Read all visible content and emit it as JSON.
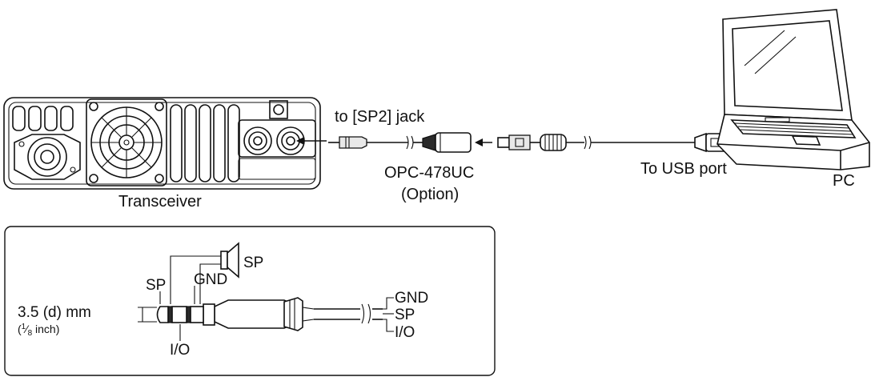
{
  "labels": {
    "transceiver": "Transceiver",
    "sp2_jack": "to [SP2] jack",
    "cable_model": "OPC-478UC",
    "cable_option": "(Option)",
    "usb_port": "To USB port",
    "pc": "PC"
  },
  "detail": {
    "plug_size": "3.5 (d) mm",
    "plug_inch_open": "(",
    "plug_inch_num": "1",
    "plug_inch_den": "8",
    "plug_inch_unit": " inch)",
    "speaker": "SP",
    "pin_sp": "SP",
    "pin_gnd": "GND",
    "pin_io": "I/O",
    "wire_gnd": "GND",
    "wire_sp": "SP",
    "wire_io": "I/O"
  },
  "icons": {
    "transceiver": "transceiver-icon",
    "laptop": "laptop-icon",
    "speaker": "speaker-icon",
    "plug": "plug-icon"
  }
}
